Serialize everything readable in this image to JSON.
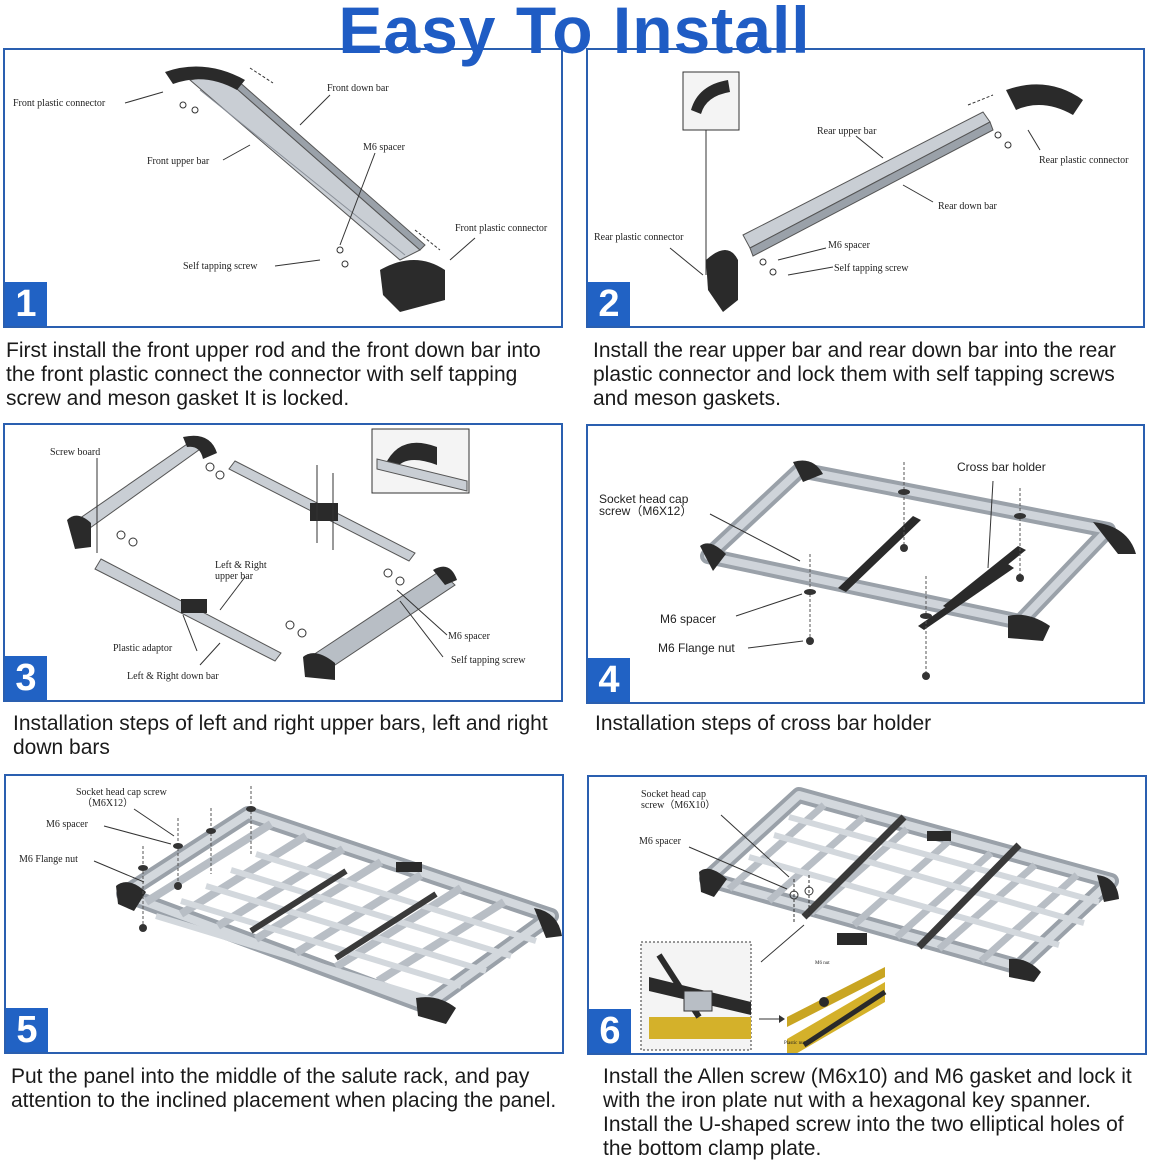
{
  "title": "Easy To Install",
  "steps": [
    {
      "number": "1",
      "caption": "First install the front upper rod and the front down bar into the front plastic connect the connector with self tapping screw and meson gasket It is locked.",
      "labels": {
        "front_plastic_connector_a": "Front plastic connector",
        "front_down_bar": "Front down bar",
        "front_upper_bar": "Front upper bar",
        "m6_spacer": "M6 spacer",
        "front_plastic_connector_b": "Front plastic connector",
        "self_tapping_screw": "Self tapping screw"
      }
    },
    {
      "number": "2",
      "caption": "Install the rear upper bar and rear down bar into the rear plastic connector and lock them with self tapping screws and meson gaskets.",
      "labels": {
        "rear_upper_bar": "Rear upper bar",
        "rear_plastic_connector_a": "Rear plastic connector",
        "rear_down_bar": "Rear down bar",
        "rear_plastic_connector_b": "Rear plastic connector",
        "m6_spacer": "M6 spacer",
        "self_tapping_screw": "Self tapping screw"
      }
    },
    {
      "number": "3",
      "caption": "Installation steps of left and right upper bars, left and right down bars",
      "labels": {
        "screw_board": "Screw board",
        "upper_bar_1": "Left & Right",
        "upper_bar_2": "upper bar",
        "plastic_adaptor": "Plastic adaptor",
        "m6_spacer": "M6 spacer",
        "self_tapping_screw": "Self tapping screw",
        "down_bar": "Left & Right down bar"
      }
    },
    {
      "number": "4",
      "caption": "Installation steps of cross bar holder",
      "labels": {
        "cross_bar_holder": "Cross bar holder",
        "socket_screw_1": "Socket head cap",
        "socket_screw_2": "screw（M6X12）",
        "m6_spacer": "M6 spacer",
        "m6_flange_nut": "M6 Flange nut"
      }
    },
    {
      "number": "5",
      "caption": "Put the panel into the middle of the salute rack, and pay attention to the inclined placement when placing the panel.",
      "labels": {
        "socket_screw_1": "Socket head cap screw",
        "socket_screw_2": "（M6X12）",
        "m6_spacer": "M6 spacer",
        "m6_flange_nut": "M6 Flange nut"
      }
    },
    {
      "number": "6",
      "caption": "Install the Allen screw (M6x10) and M6 gasket and lock it with the iron plate nut with a hexagonal key spanner. Install the U-shaped screw into the two elliptical holes of the bottom clamp plate.",
      "labels": {
        "socket_screw_1": "Socket head cap",
        "socket_screw_2": "screw（M6X10）",
        "m6_spacer": "M6 spacer",
        "m6_nut": "M6 nut",
        "plastic_nut": "Plastic nut"
      }
    }
  ]
}
